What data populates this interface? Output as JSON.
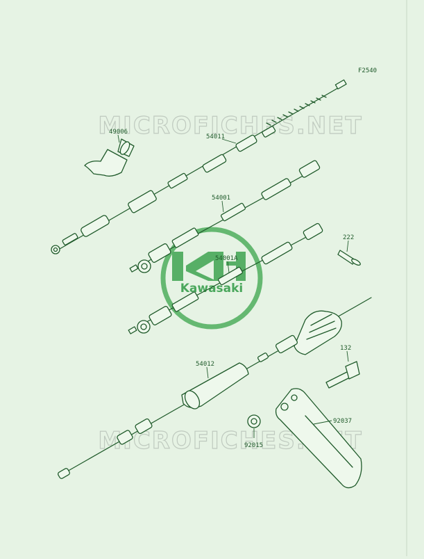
{
  "figure_code": "F2540",
  "watermark_text": "MICROFICHES.NET",
  "brand_text": "Kawasaki",
  "part_labels": {
    "p49006": "49006",
    "p54011": "54011",
    "p54001": "54001",
    "p222": "222",
    "p54001A": "54001A",
    "p54012": "54012",
    "p132": "132",
    "p92037": "92037",
    "p92015": "92015"
  },
  "colors": {
    "background": "#e6f3e4",
    "line": "#1f5a2a",
    "fill": "#eef8ec",
    "watermark": "#c9d3c9",
    "logo": "#2f9a45"
  }
}
